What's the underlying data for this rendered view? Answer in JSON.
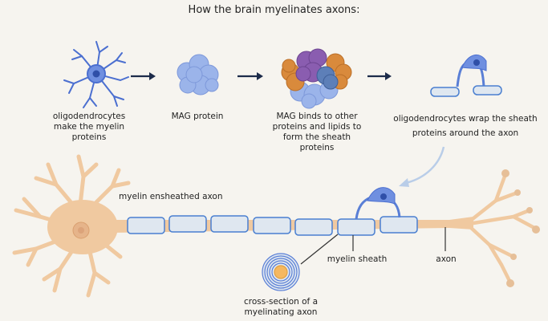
{
  "title": "How the brain myelinates axons:",
  "steps": [
    {
      "label": "oligodendrocytes\nmake the myelin\nproteins",
      "icon": "oligodendrocyte-icon"
    },
    {
      "label": "MAG protein",
      "icon": "mag-protein-icon"
    },
    {
      "label": "MAG binds to other\nproteins and lipids to\nform the sheath\nproteins",
      "icon": "protein-complex-icon"
    },
    {
      "label": "oligodendrocytes  wrap the sheath\nproteins around the axon",
      "icon": "oligodendrocyte-wrapping-icon"
    }
  ],
  "neuron_labels": {
    "ensheathed": "myelin ensheathed axon",
    "sheath": "myelin sheath",
    "axon": "axon",
    "cross_section": "cross-section of a\nmyelinating axon"
  },
  "colors": {
    "neuron": "#f0c9a0",
    "neuron_dark": "#e2ad80",
    "myelin_fill": "#dfe7f0",
    "myelin_stroke": "#4a7fd0",
    "oligo": "#5a7fd6",
    "arrow": "#1c2b4a",
    "mag": "#9bb4ea"
  }
}
